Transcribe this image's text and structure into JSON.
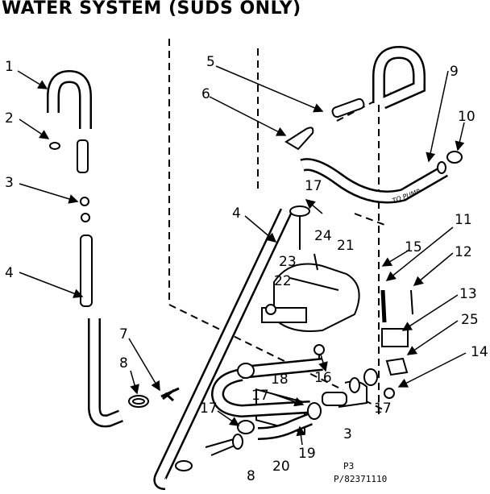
{
  "title": "WATER SYSTEM (SUDS ONLY)",
  "callouts": {
    "c1": "1",
    "c2": "2",
    "c3a": "3",
    "c4a": "4",
    "c4b": "4",
    "c5": "5",
    "c6": "6",
    "c7": "7",
    "c8a": "8",
    "c8b": "8",
    "c9": "9",
    "c10": "10",
    "c11": "11",
    "c12": "12",
    "c13": "13",
    "c14": "14",
    "c15": "15",
    "c16": "16",
    "c17a": "17",
    "c17b": "17",
    "c17c": "17",
    "c17d": "17",
    "c18": "18",
    "c19": "19",
    "c20": "20",
    "c21": "21",
    "c22": "22",
    "c23": "23",
    "c24": "24",
    "c25": "25",
    "c3b": "3"
  },
  "labels": {
    "to_pump": "TO PUMP",
    "page_ref": "P3",
    "part_code": "P/82371110"
  }
}
